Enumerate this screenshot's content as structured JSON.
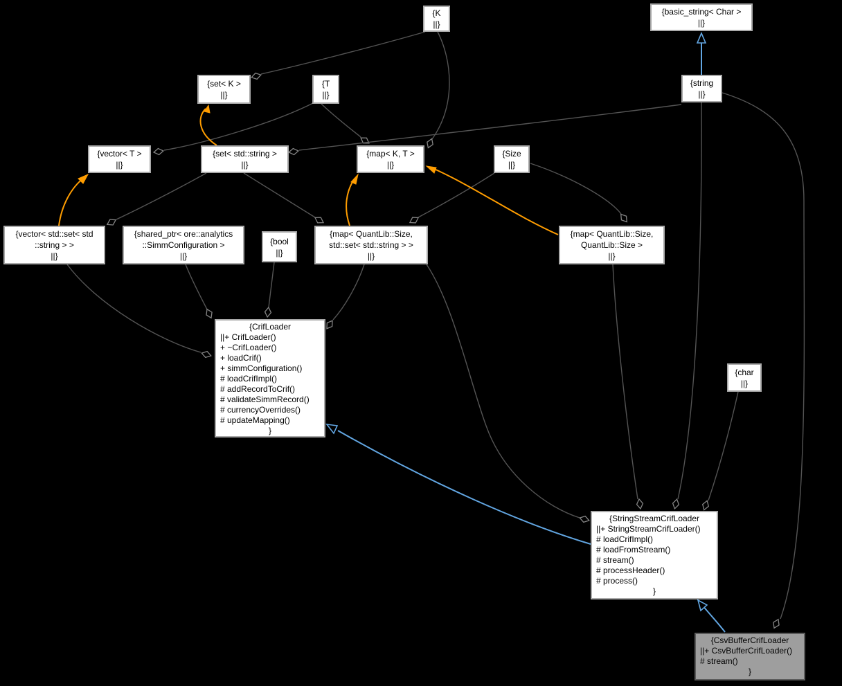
{
  "diagram": {
    "kind": "collaboration-graph",
    "colors": {
      "background": "#000000",
      "node_fill": "#ffffff",
      "node_border": "#a9a9a9",
      "current_node_fill": "#9e9e9e",
      "current_node_border": "#5b5b5b",
      "edge_gray": "#545454",
      "template_edge_orange": "#ff9d00",
      "inheritance_edge_blue": "#62a6e2",
      "text": "#000000"
    }
  },
  "nodes": {
    "k": {
      "lines": [
        "{K",
        "||}"
      ]
    },
    "basic_string": {
      "lines": [
        "{basic_string< Char >",
        "||}"
      ]
    },
    "set_k": {
      "lines": [
        "{set< K >",
        "||}"
      ]
    },
    "t": {
      "lines": [
        "{T",
        "||}"
      ]
    },
    "string": {
      "lines": [
        "{string",
        "||}"
      ]
    },
    "vector_t": {
      "lines": [
        "{vector< T >",
        "||}"
      ]
    },
    "set_string": {
      "lines": [
        "{set< std::string >",
        "||}"
      ]
    },
    "map_k_t": {
      "lines": [
        "{map< K, T >",
        "||}"
      ]
    },
    "size": {
      "lines": [
        "{Size",
        "||}"
      ]
    },
    "vector_set_string": {
      "lines": [
        "{vector< std::set< std",
        "::string > >",
        "||}"
      ]
    },
    "shared_ptr": {
      "lines": [
        "{shared_ptr< ore::analytics",
        "::SimmConfiguration >",
        "||}"
      ]
    },
    "bool": {
      "lines": [
        "{bool",
        "||}"
      ]
    },
    "map_size_set": {
      "lines": [
        "{map< QuantLib::Size,",
        "std::set< std::string > >",
        "||}"
      ]
    },
    "map_size_size": {
      "lines": [
        "{map< QuantLib::Size,",
        "QuantLib::Size >",
        "||}"
      ]
    },
    "char": {
      "lines": [
        "{char",
        "||}"
      ]
    },
    "crif_loader": {
      "header": "{CrifLoader",
      "members": [
        "||+ CrifLoader()",
        "+ ~CrifLoader()",
        "+ loadCrif()",
        "+ simmConfiguration()",
        "# loadCrifImpl()",
        "# addRecordToCrif()",
        "# validateSimmRecord()",
        "# currencyOverrides()",
        "# updateMapping()"
      ],
      "footer": "}"
    },
    "string_stream_crif_loader": {
      "header": "{StringStreamCrifLoader",
      "members": [
        "||+ StringStreamCrifLoader()",
        "# loadCrifImpl()",
        "# loadFromStream()",
        "# stream()",
        "# processHeader()",
        "# process()"
      ],
      "footer": "}"
    },
    "csv_buffer_crif_loader": {
      "header": "{CsvBufferCrifLoader",
      "members": [
        "||+ CsvBufferCrifLoader()",
        "# stream()"
      ],
      "footer": "}"
    }
  },
  "edges": [
    {
      "from": "string",
      "to": "basic_string< Char >",
      "type": "inheritance"
    },
    {
      "from": "StringStreamCrifLoader",
      "to": "CrifLoader",
      "type": "inheritance"
    },
    {
      "from": "CsvBufferCrifLoader",
      "to": "StringStreamCrifLoader",
      "type": "inheritance"
    },
    {
      "from": "K",
      "to": "set< K >",
      "type": "aggregation"
    },
    {
      "from": "K",
      "to": "map< K, T >",
      "type": "aggregation"
    },
    {
      "from": "T",
      "to": "map< K, T >",
      "type": "aggregation"
    },
    {
      "from": "T",
      "to": "vector< T >",
      "type": "aggregation"
    },
    {
      "from": "string",
      "to": "set< std::string >",
      "type": "aggregation"
    },
    {
      "from": "string",
      "to": "StringStreamCrifLoader",
      "type": "aggregation"
    },
    {
      "from": "string",
      "to": "CsvBufferCrifLoader",
      "type": "aggregation"
    },
    {
      "from": "Size",
      "to": "map< QuantLib::Size, std::set< std::string > >",
      "type": "aggregation"
    },
    {
      "from": "Size",
      "to": "map< QuantLib::Size, QuantLib::Size >",
      "type": "aggregation"
    },
    {
      "from": "set< std::string >",
      "to": "map< QuantLib::Size, std::set< std::string > >",
      "type": "aggregation"
    },
    {
      "from": "set< std::string >",
      "to": "vector< std::set< std::string > >",
      "type": "aggregation"
    },
    {
      "from": "vector< std::set< std::string > >",
      "to": "CrifLoader",
      "type": "aggregation"
    },
    {
      "from": "shared_ptr< ore::analytics::SimmConfiguration >",
      "to": "CrifLoader",
      "type": "aggregation"
    },
    {
      "from": "bool",
      "to": "CrifLoader",
      "type": "aggregation"
    },
    {
      "from": "map< QuantLib::Size, std::set< std::string > >",
      "to": "CrifLoader",
      "type": "aggregation"
    },
    {
      "from": "map< QuantLib::Size, std::set< std::string > >",
      "to": "StringStreamCrifLoader",
      "type": "aggregation"
    },
    {
      "from": "map< QuantLib::Size, QuantLib::Size >",
      "to": "StringStreamCrifLoader",
      "type": "aggregation"
    },
    {
      "from": "char",
      "to": "StringStreamCrifLoader",
      "type": "aggregation"
    },
    {
      "from": "set< std::string >",
      "to": "set< K >",
      "type": "template-instantiation"
    },
    {
      "from": "vector< std::set< std::string > >",
      "to": "vector< T >",
      "type": "template-instantiation"
    },
    {
      "from": "map< QuantLib::Size, std::set< std::string > >",
      "to": "map< K, T >",
      "type": "template-instantiation"
    },
    {
      "from": "map< QuantLib::Size, QuantLib::Size >",
      "to": "map< K, T >",
      "type": "template-instantiation"
    }
  ]
}
